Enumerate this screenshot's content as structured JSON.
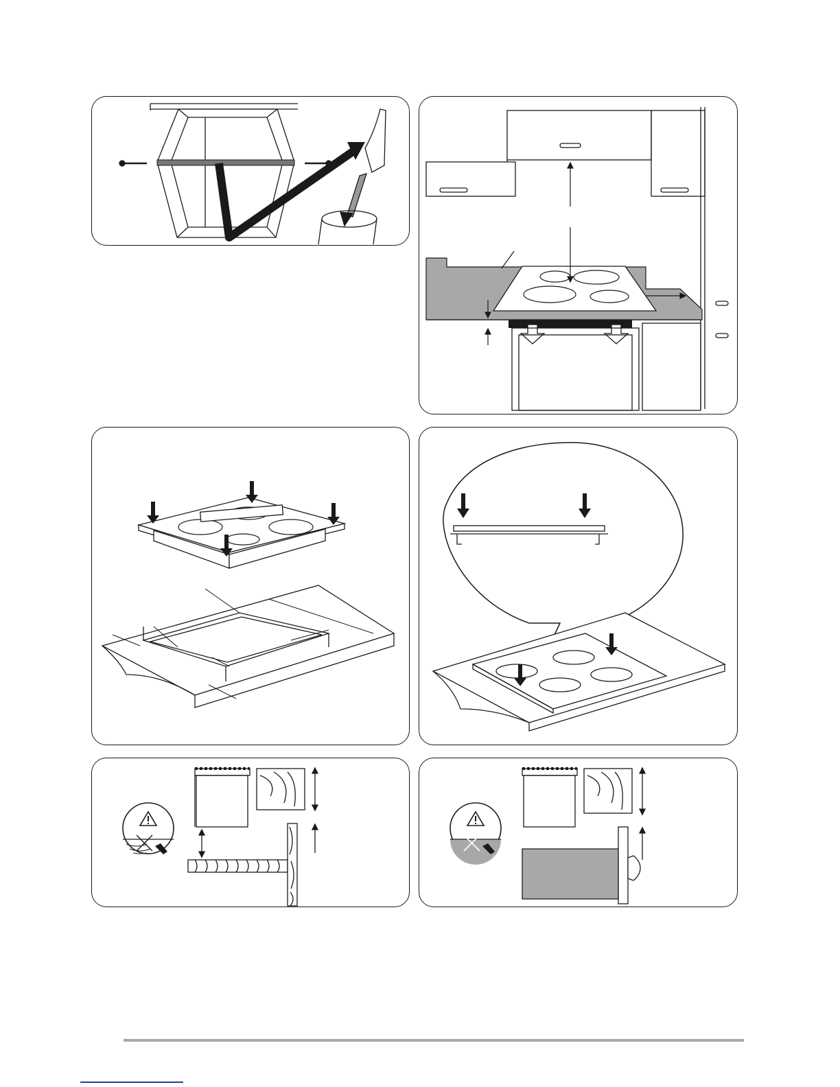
{
  "page": {
    "background": "#ffffff"
  },
  "colors": {
    "line": "#1a1a1a",
    "worktop_gray": "#a8a8a8",
    "footer_rule": "#a7a9ac",
    "link_underline": "#2a3a9a"
  },
  "panels": [
    {
      "id": "p1",
      "content": "cabinet-seal-application"
    },
    {
      "id": "p2",
      "content": "kitchen-clearance-distances"
    },
    {
      "id": "p3",
      "content": "hob-levelling-and-cutout"
    },
    {
      "id": "p4",
      "content": "hob-insertion-detail"
    },
    {
      "id": "p5",
      "content": "under-hob-clearance-wooden-panel"
    },
    {
      "id": "p6",
      "content": "under-hob-clearance-oven-drawer"
    }
  ],
  "icons": [
    "warning-triangle-icon",
    "cross-icon",
    "arrow-down-icon",
    "screw-icon",
    "brush-icon",
    "seal-tube-icon"
  ]
}
